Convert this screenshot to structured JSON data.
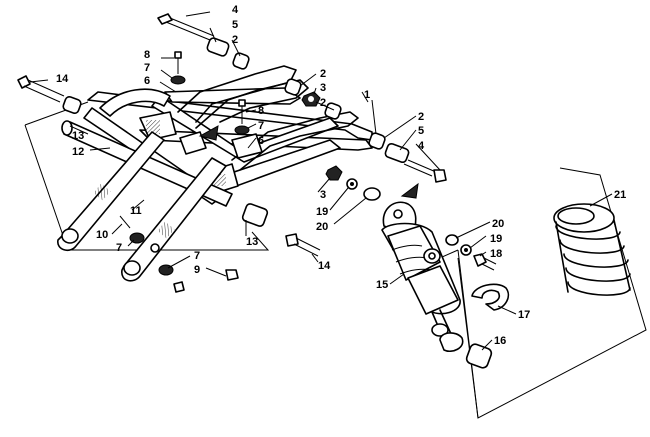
{
  "diagram": {
    "callouts": [
      {
        "id": "c4a",
        "label": "4"
      },
      {
        "id": "c5a",
        "label": "5"
      },
      {
        "id": "c2a",
        "label": "2"
      },
      {
        "id": "c8a",
        "label": "8"
      },
      {
        "id": "c7a",
        "label": "7"
      },
      {
        "id": "c6a",
        "label": "6"
      },
      {
        "id": "c14a",
        "label": "14"
      },
      {
        "id": "c2b",
        "label": "2"
      },
      {
        "id": "c3a",
        "label": "3"
      },
      {
        "id": "c2c",
        "label": "2"
      },
      {
        "id": "c1",
        "label": "1"
      },
      {
        "id": "c8b",
        "label": "8"
      },
      {
        "id": "c7b",
        "label": "7"
      },
      {
        "id": "c6b",
        "label": "6"
      },
      {
        "id": "c2d",
        "label": "2"
      },
      {
        "id": "c5b",
        "label": "5"
      },
      {
        "id": "c4b",
        "label": "4"
      },
      {
        "id": "c13a",
        "label": "13"
      },
      {
        "id": "c12",
        "label": "12"
      },
      {
        "id": "c11",
        "label": "11"
      },
      {
        "id": "c10",
        "label": "10"
      },
      {
        "id": "c7c",
        "label": "7"
      },
      {
        "id": "c7d",
        "label": "7"
      },
      {
        "id": "c9",
        "label": "9"
      },
      {
        "id": "c13b",
        "label": "13"
      },
      {
        "id": "c14b",
        "label": "14"
      },
      {
        "id": "c3b",
        "label": "3"
      },
      {
        "id": "c19a",
        "label": "19"
      },
      {
        "id": "c20a",
        "label": "20"
      },
      {
        "id": "c20b",
        "label": "20"
      },
      {
        "id": "c19b",
        "label": "19"
      },
      {
        "id": "c18",
        "label": "18"
      },
      {
        "id": "c15",
        "label": "15"
      },
      {
        "id": "c17",
        "label": "17"
      },
      {
        "id": "c16",
        "label": "16"
      },
      {
        "id": "c21",
        "label": "21"
      }
    ]
  }
}
